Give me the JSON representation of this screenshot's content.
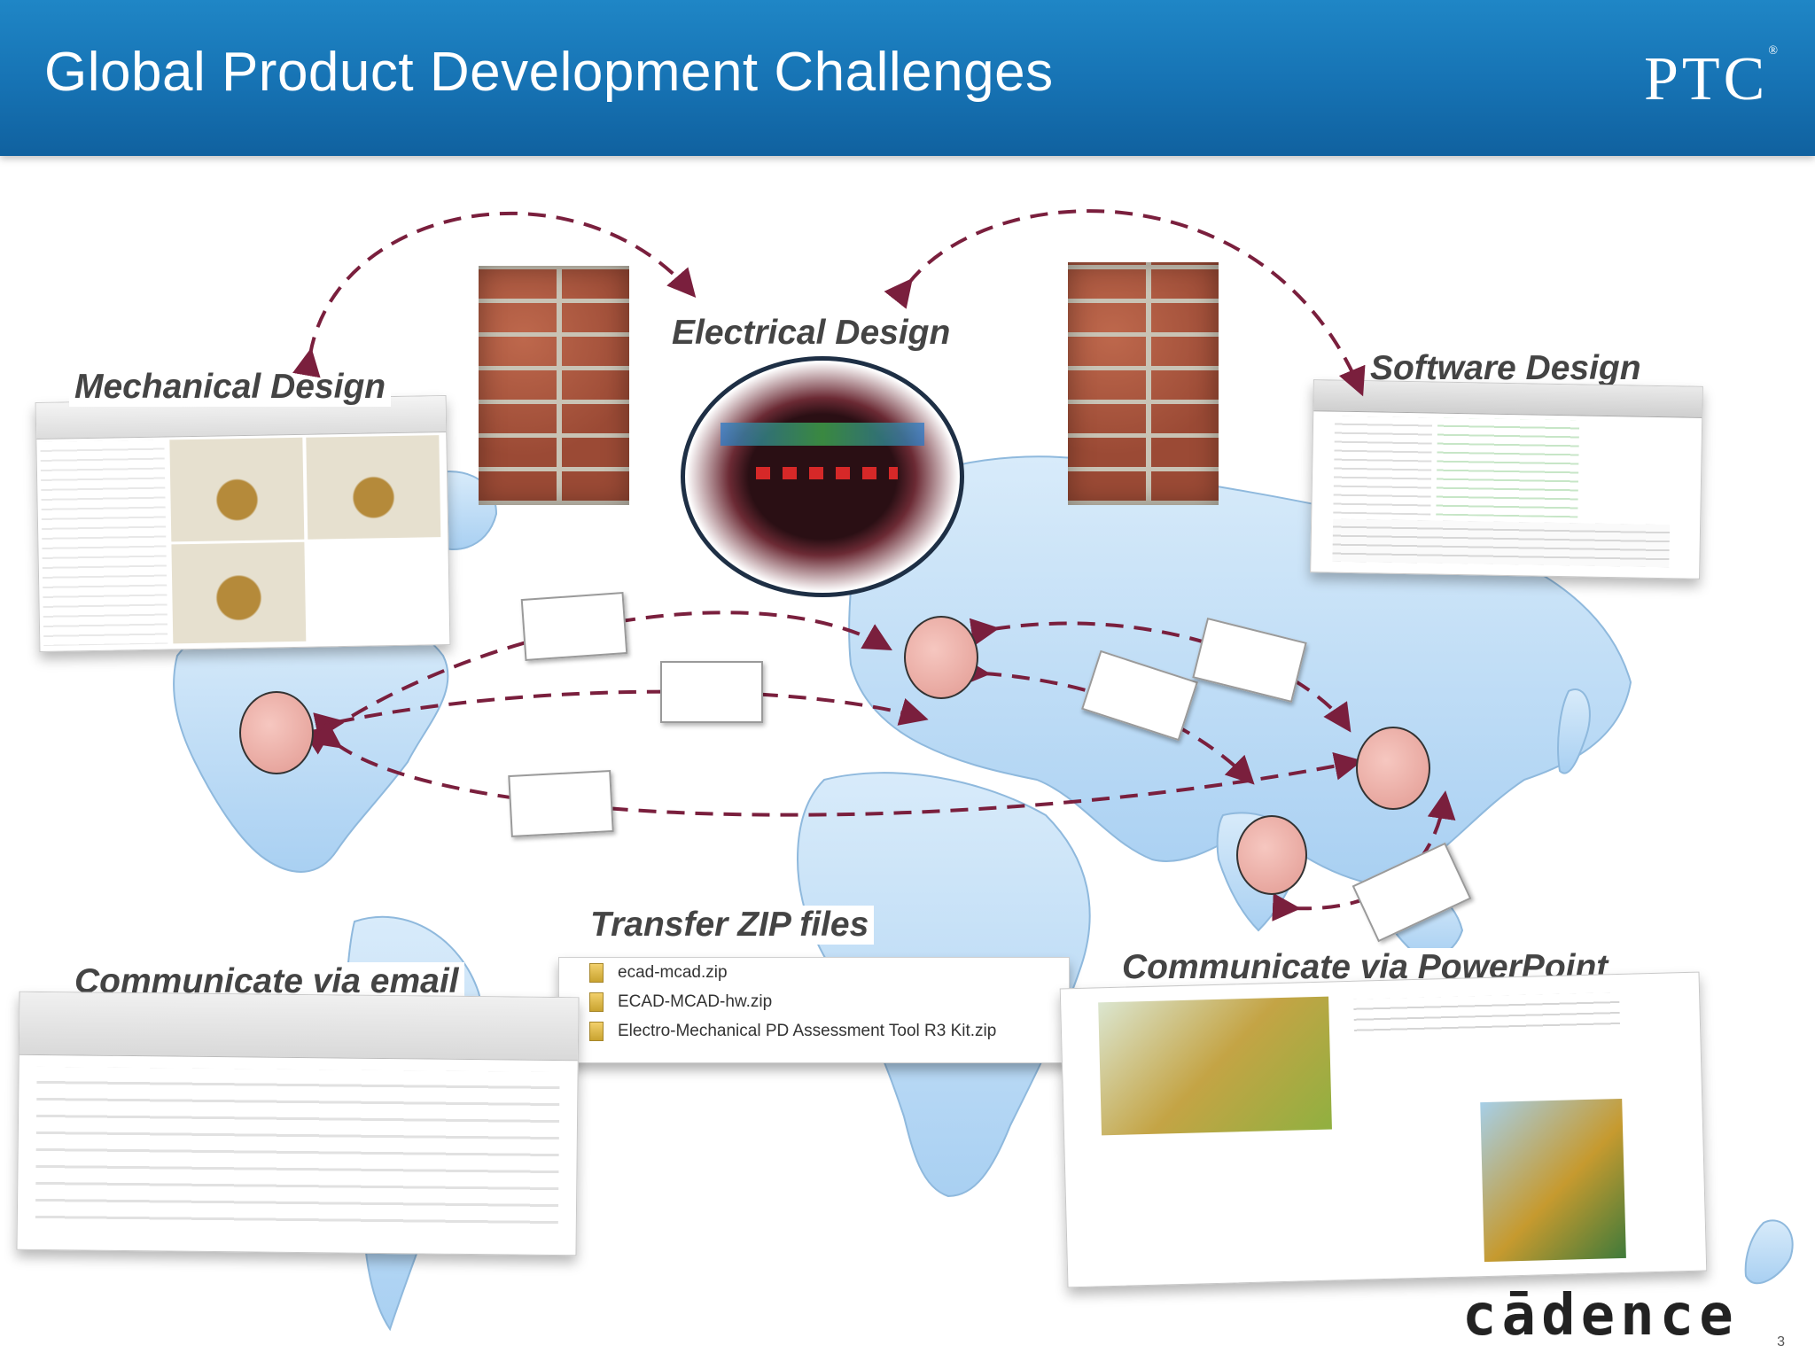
{
  "header": {
    "title": "Global Product Development Challenges",
    "logo": "PTC",
    "logo_mark": "®"
  },
  "labels": {
    "mechanical": "Mechanical Design",
    "electrical": "Electrical Design",
    "software": "Software Design",
    "transfer": "Transfer ZIP files",
    "email": "Communicate via email",
    "powerpoint": "Communicate via PowerPoint"
  },
  "zip_files": [
    "ecad-mcad.zip",
    "ECAD-MCAD-hw.zip",
    "Electro-Mechanical PD Assessment Tool R3 Kit.zip"
  ],
  "footer": {
    "brand": "cādence",
    "page": "3"
  },
  "colors": {
    "header_blue": "#1672b3",
    "arrow": "#7a1f3d",
    "map": "#bcdcf5",
    "brick": "#9b4a35"
  },
  "icons": [
    "brick-wall",
    "confused-engineer",
    "resistor-file",
    "zip-folder-icon"
  ]
}
